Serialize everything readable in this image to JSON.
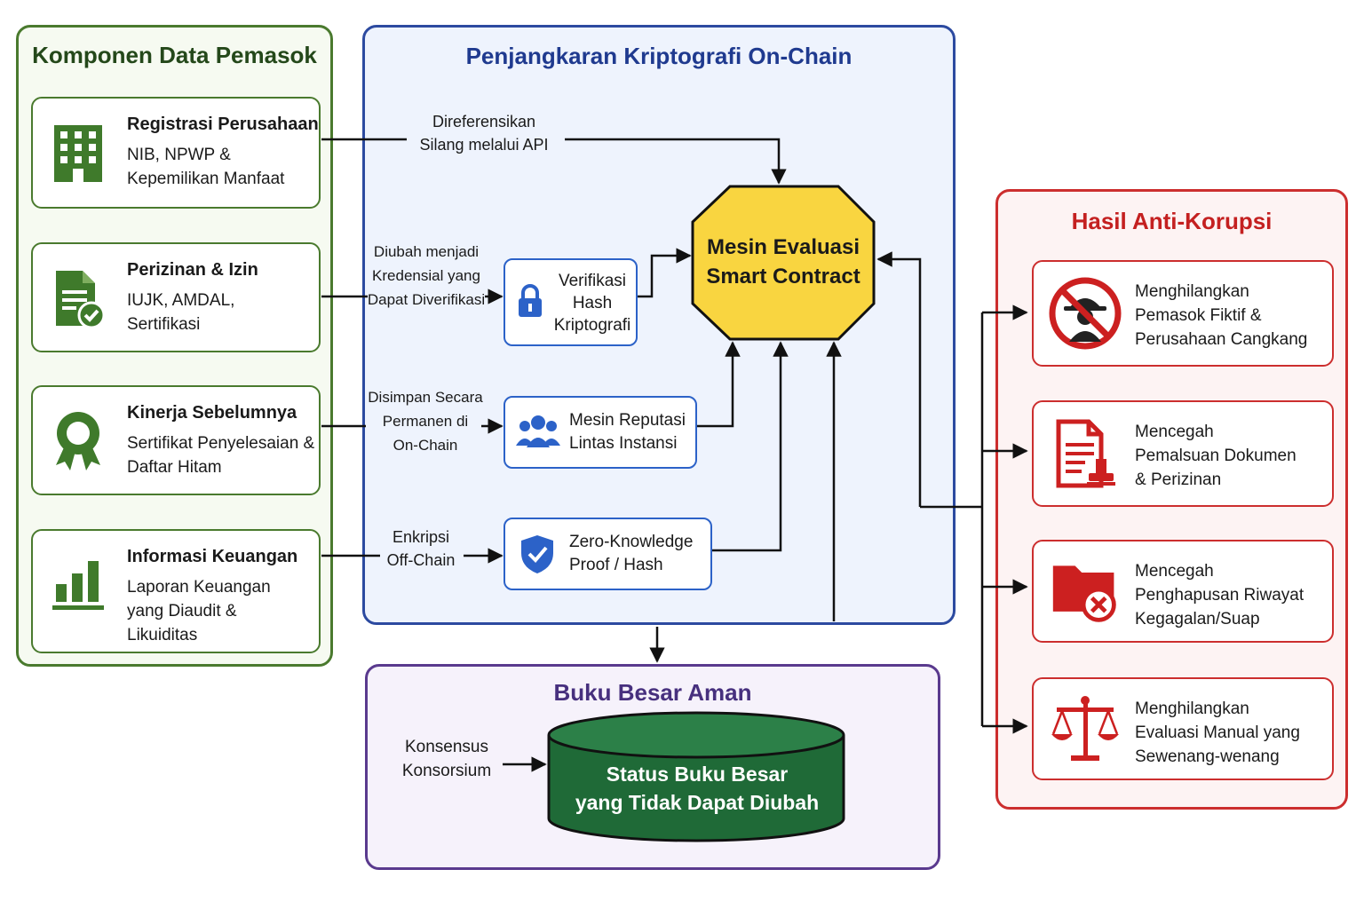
{
  "supplier": {
    "title": "Komponen Data Pemasok",
    "cards": [
      {
        "title": "Registrasi Perusahaan",
        "desc": "NIB, NPWP &\nKepemilikan Manfaat",
        "icon": "building-icon"
      },
      {
        "title": "Perizinan & Izin",
        "desc": "IUJK, AMDAL,\nSertifikasi",
        "icon": "license-document-icon"
      },
      {
        "title": "Kinerja Sebelumnya",
        "desc": "Sertifikat Penyelesaian &\nDaftar Hitam",
        "icon": "award-ribbon-icon"
      },
      {
        "title": "Informasi Keuangan",
        "desc": "Laporan Keuangan\nyang Diaudit &\nLikuiditas",
        "icon": "bar-chart-icon"
      }
    ]
  },
  "onchain": {
    "title": "Penjangkaran Kriptografi On-Chain",
    "labels": {
      "api": "Direferensikan\nSilang melalui API",
      "credential": "Diubah menjadi\nKredensial yang\nDapat Diverifikasi",
      "permanent": "Disimpan Secara\nPermanen di\nOn-Chain",
      "offchain": "Enkripsi\nOff-Chain"
    },
    "nodes": {
      "hash": "Verifikasi\nHash\nKriptografi",
      "reputation": "Mesin Reputasi\nLintas Instansi",
      "zkp": "Zero-Knowledge\nProof / Hash"
    },
    "engine": "Mesin Evaluasi\nSmart Contract"
  },
  "ledger": {
    "title": "Buku Besar Aman",
    "consensus": "Konsensus\nKonsorsium",
    "state": "Status Buku Besar\nyang Tidak Dapat Diubah"
  },
  "outcomes": {
    "title": "Hasil Anti-Korupsi",
    "cards": [
      {
        "text": "Menghilangkan\nPemasok Fiktif &\nPerusahaan Cangkang",
        "icon": "no-spy-icon"
      },
      {
        "text": "Mencegah\nPemalsuan Dokumen\n& Perizinan",
        "icon": "document-stamp-icon"
      },
      {
        "text": "Mencegah\nPenghapusan Riwayat\nKegagalan/Suap",
        "icon": "folder-delete-icon"
      },
      {
        "text": "Menghilangkan\nEvaluasi Manual yang\nSewenang-wenang",
        "icon": "justice-scale-icon"
      }
    ]
  },
  "colors": {
    "green": "#4a7a2e",
    "blue": "#2c62c8",
    "engine": "#f9d540",
    "ledger_db": "#1f6a37",
    "red": "#cc2e2e",
    "purple": "#5a3a8e"
  }
}
